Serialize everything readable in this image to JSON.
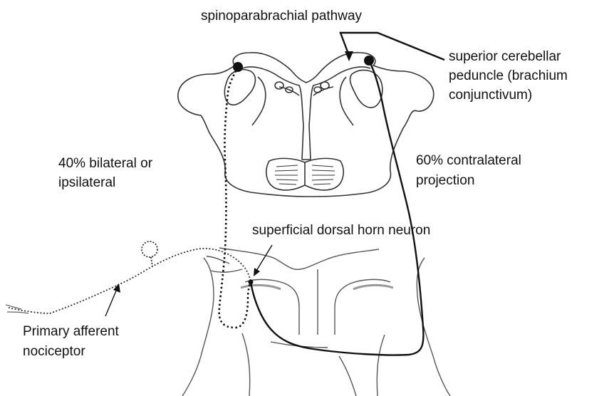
{
  "labels": {
    "pathway": "spinoparabrachial pathway",
    "peduncle_line1": "superior cerebellar",
    "peduncle_line2": "peduncle (brachium",
    "peduncle_line3": "conjunctivum)",
    "bilateral_line1": "40% bilateral or",
    "bilateral_line2": "ipsilateral",
    "contralateral_line1": "60% contralateral",
    "contralateral_line2": "projection",
    "dorsal_horn": "superficial dorsal horn neuron",
    "afferent_line1": "Primary afferent",
    "afferent_line2": "nociceptor"
  }
}
